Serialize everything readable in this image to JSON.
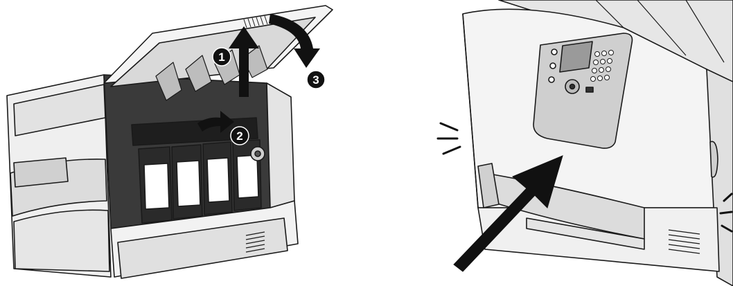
{
  "figure": {
    "left_panel": {
      "steps": [
        {
          "number": "1",
          "action": "lift"
        },
        {
          "number": "2",
          "action": "push"
        },
        {
          "number": "3",
          "action": "close"
        }
      ]
    },
    "right_panel": {
      "arrow_icon": "big-arrow-icon",
      "click_icon": "click-marks-icon"
    },
    "colors": {
      "line": "#1a1a1a",
      "body_fill": "#efefef",
      "shade": "#c8c8c8",
      "dark": "#2b2b2b",
      "badge": "#111111"
    }
  }
}
